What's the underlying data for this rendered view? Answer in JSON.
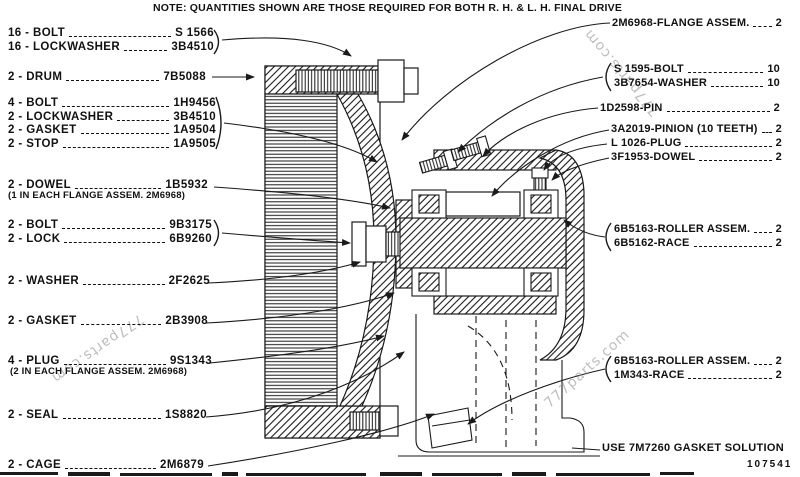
{
  "note": "NOTE:  QUANTITIES SHOWN ARE THOSE REQUIRED FOR BOTH R. H.  &  L. H.  FINAL DRIVE",
  "drawing_number": "107541",
  "watermark": "777parts.com",
  "colors": {
    "ink": "#1a1a1a",
    "watermark": "#8a8a8a",
    "background": "#ffffff"
  },
  "parts_left": [
    {
      "name": "16 - BOLT",
      "number": "S 1566"
    },
    {
      "name": "16 - LOCKWASHER",
      "number": "3B4510"
    },
    {
      "name": "2 - DRUM",
      "number": "7B5088"
    },
    {
      "name": "4 - BOLT",
      "number": "1H9456"
    },
    {
      "name": "2 - LOCKWASHER",
      "number": "3B4510"
    },
    {
      "name": "2 - GASKET",
      "number": "1A9504"
    },
    {
      "name": "2 - STOP",
      "number": "1A9505"
    },
    {
      "name": "2 - DOWEL",
      "number": "1B5932",
      "note": "(1 IN EACH FLANGE ASSEM. 2M6968)"
    },
    {
      "name": "2 - BOLT",
      "number": "9B3175"
    },
    {
      "name": "2 - LOCK",
      "number": "6B9260"
    },
    {
      "name": "2 - WASHER",
      "number": "2F2625"
    },
    {
      "name": "2 - GASKET",
      "number": "2B3908"
    },
    {
      "name": "4 - PLUG",
      "number": "9S1343",
      "note": "(2 IN EACH FLANGE ASSEM. 2M6968)"
    },
    {
      "name": "2 - SEAL",
      "number": "1S8820"
    },
    {
      "name": "2 - CAGE",
      "number": "2M6879"
    }
  ],
  "parts_right": [
    {
      "name": "2M6968-FLANGE ASSEM.",
      "number": "2"
    },
    {
      "name": "S 1595-BOLT",
      "number": "10"
    },
    {
      "name": "3B7654-WASHER",
      "number": "10"
    },
    {
      "name": "1D2598-PIN",
      "number": "2"
    },
    {
      "name": "3A2019-PINION (10 TEETH)",
      "number": "2"
    },
    {
      "name": "L 1026-PLUG",
      "number": "2"
    },
    {
      "name": "3F1953-DOWEL",
      "number": "2"
    },
    {
      "name": "6B5163-ROLLER ASSEM.",
      "number": "2"
    },
    {
      "name": "6B5162-RACE",
      "number": "2"
    },
    {
      "name": "6B5163-ROLLER ASSEM.",
      "number": "2"
    },
    {
      "name": "1M343-RACE",
      "number": "2"
    },
    {
      "name": "USE 7M7260 GASKET SOLUTION",
      "number": ""
    }
  ]
}
